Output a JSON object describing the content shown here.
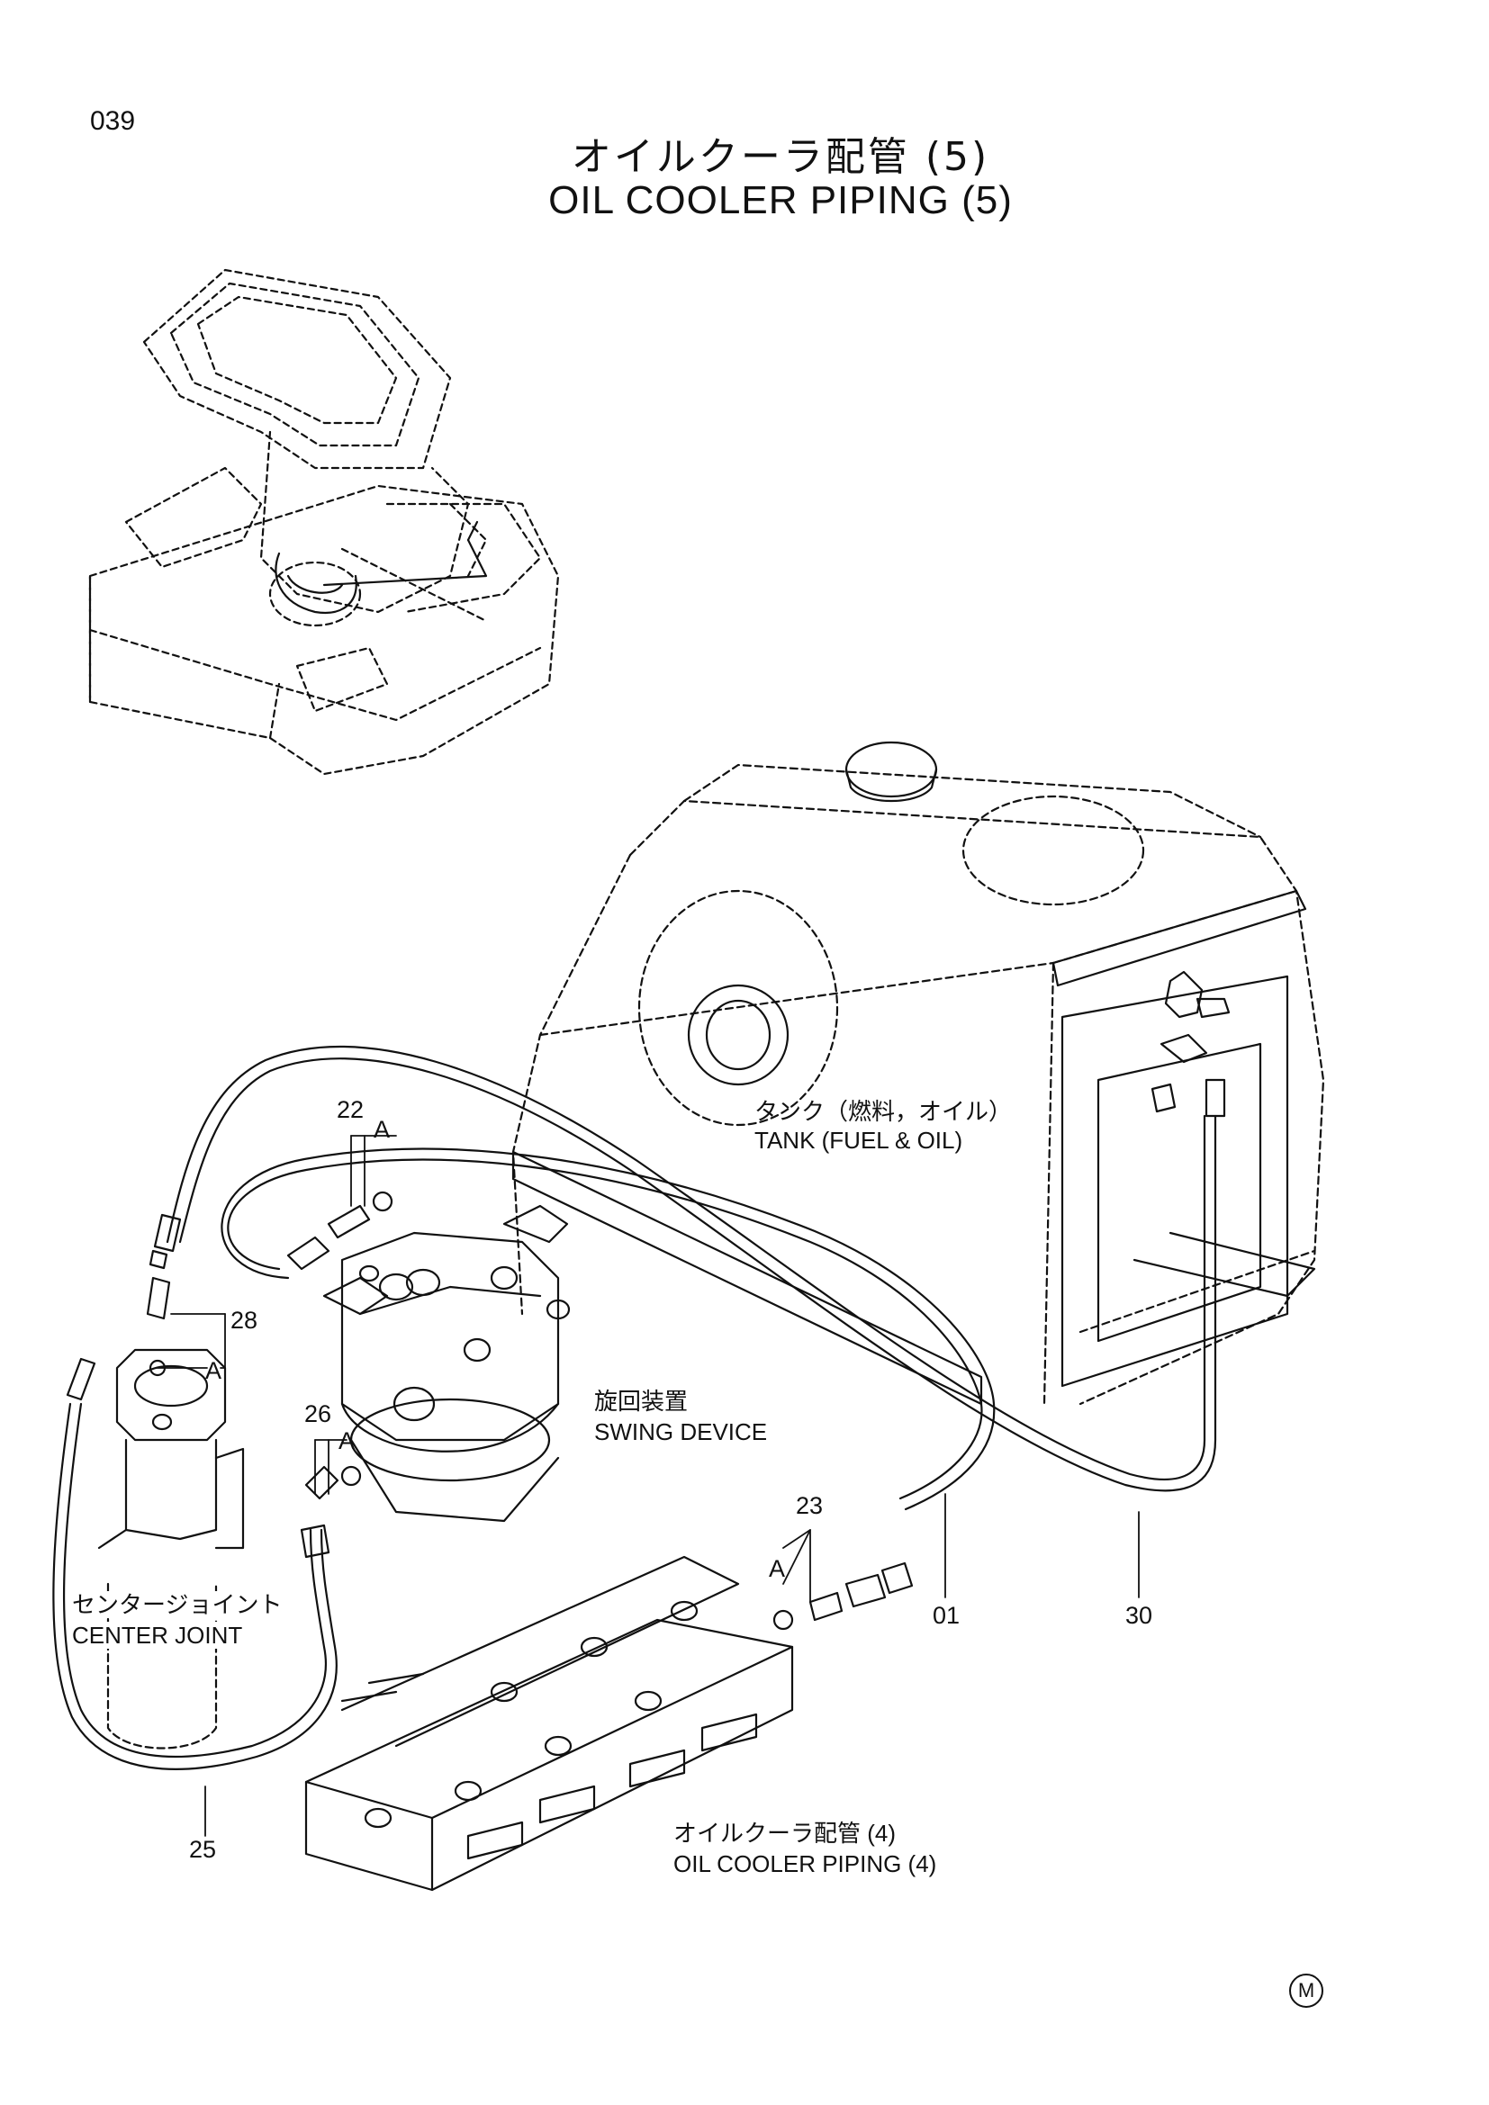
{
  "page_number": "039",
  "title_jp": "オイルクーラ配管 (5)",
  "title_en": "OIL COOLER PIPING (5)",
  "components": {
    "tank_jp": "タンク（燃料，オイル）",
    "tank_en": "TANK (FUEL & OIL)",
    "swing_jp": "旋回装置",
    "swing_en": "SWING DEVICE",
    "center_jp": "センタージョイント",
    "center_en": "CENTER JOINT",
    "piping4_jp": "オイルクーラ配管 (4)",
    "piping4_en": "OIL COOLER PIPING (4)"
  },
  "part_numbers": {
    "p22": "22",
    "p28": "28",
    "p26": "26",
    "p23": "23",
    "p01": "01",
    "p30": "30",
    "p25": "25"
  },
  "section_refs": {
    "a1": "A",
    "a2": "A",
    "a3": "A",
    "a4": "A"
  },
  "mark": "M",
  "colors": {
    "line": "#111111",
    "background": "#ffffff"
  }
}
